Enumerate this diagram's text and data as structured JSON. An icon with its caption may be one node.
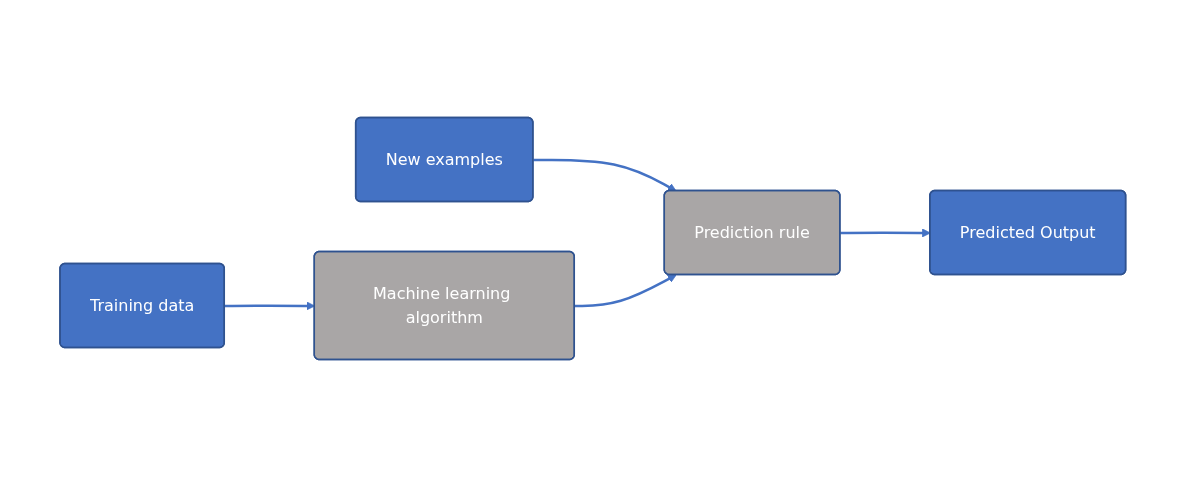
{
  "diagram": {
    "nodes": [
      {
        "text": [
          "New examples"
        ]
      },
      {
        "text": [
          "Training data"
        ]
      },
      {
        "text": [
          "Machine learning algorithm"
        ]
      },
      {
        "text": [
          "Prediction rule"
        ]
      },
      {
        "text": [
          "Predicted Output"
        ]
      }
    ],
    "edges": [
      {
        "from": 0,
        "to": 3,
        "arrow": "to"
      },
      {
        "from": 1,
        "to": 2,
        "arrow": "to"
      },
      {
        "from": 2,
        "to": 3,
        "arrow": "to"
      },
      {
        "from": 3,
        "to": 4,
        "arrow": "to"
      }
    ]
  }
}
